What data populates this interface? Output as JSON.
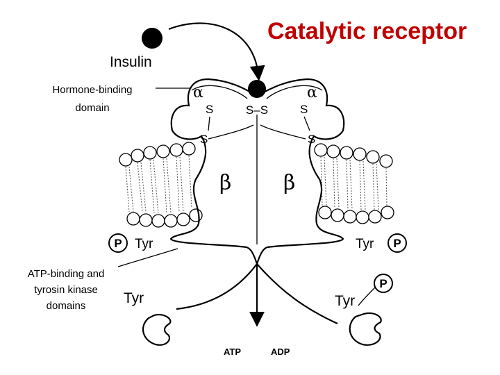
{
  "title": "Catalytic receptor",
  "labels": {
    "insulin": "Insulin",
    "hormone_binding": [
      "Hormone-binding",
      "domain"
    ],
    "atp_binding": [
      "ATP-binding and",
      "tyrosin kinase",
      "domains"
    ],
    "alpha": "α",
    "beta": "β",
    "s": "S",
    "ss": "S–S",
    "tyr": "Tyr",
    "p": "P",
    "atp": "ATP",
    "adp": "ADP"
  },
  "colors": {
    "title": "#c00000",
    "ink": "#000000"
  }
}
